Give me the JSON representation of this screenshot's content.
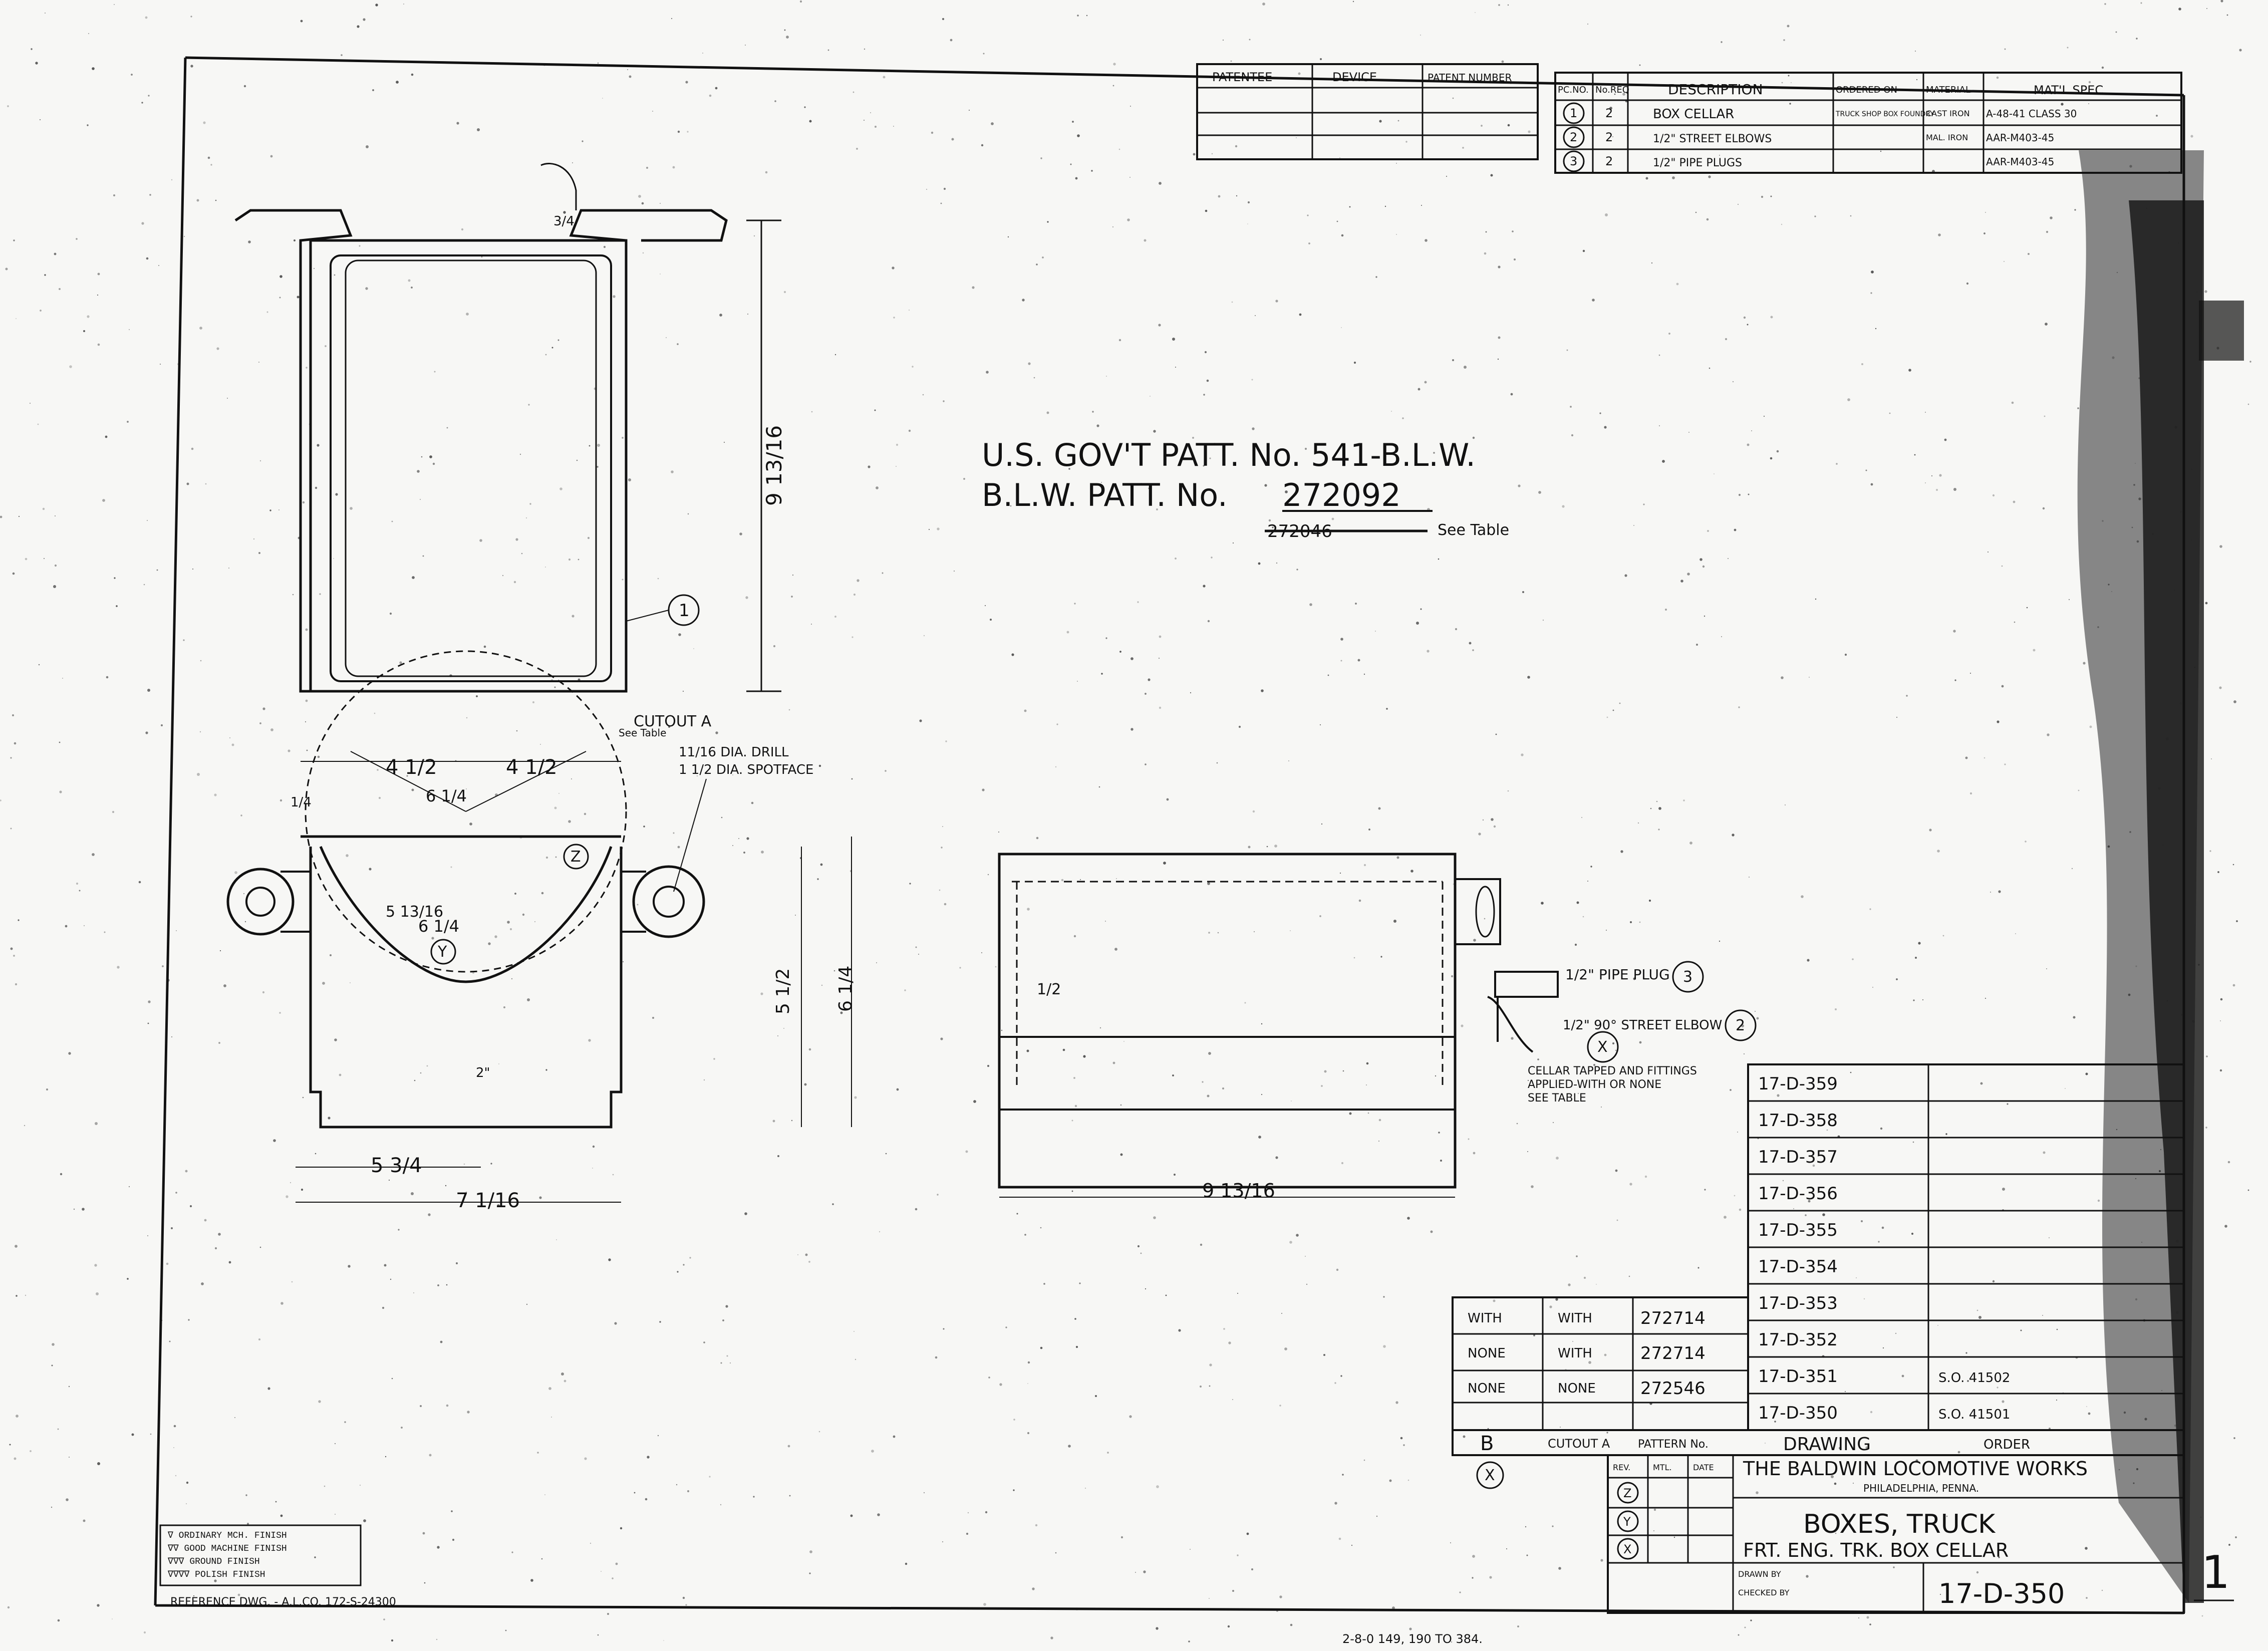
{
  "colors": {
    "paper": "#f7f7f5",
    "ink": "#111111",
    "smudge": "#2a2a2a"
  },
  "pattern": {
    "gov_patt": "U.S. GOV'T PATT. No. 541-B.L.W.",
    "blw_patt_prefix": "B.L.W. PATT. No.",
    "blw_patt_number": "272092",
    "struck_number": "272046",
    "see_table": "See Table"
  },
  "patent_table": {
    "headers": [
      "PATENTEE",
      "DEVICE",
      "PATENT NUMBER"
    ]
  },
  "parts_list": {
    "headers": [
      "PC.NO.",
      "No.REQ",
      "DESCRIPTION",
      "ORDERED ON",
      "MATERIAL",
      "MAT'L SPEC."
    ],
    "rows": [
      {
        "pc": "1",
        "req": "2",
        "desc": "BOX CELLAR",
        "ordered": "TRUCK SHOP BOX FOUNDRY",
        "material": "CAST IRON",
        "spec": "A-48-41 CLASS 30"
      },
      {
        "pc": "2",
        "req": "2",
        "desc": "1/2\" STREET ELBOWS",
        "ordered": "",
        "material": "MAL. IRON",
        "spec": "AAR-M403-45"
      },
      {
        "pc": "3",
        "req": "2",
        "desc": "1/2\" PIPE PLUGS",
        "ordered": "",
        "material": "",
        "spec": "AAR-M403-45"
      }
    ]
  },
  "callouts": {
    "cutout": "CUTOUT A",
    "cutout_note": "See Table",
    "drill_1": "11/16 DIA. DRILL",
    "drill_2": "1 1/2 DIA. SPOTFACE",
    "pipe_plug": "1/2\" PIPE PLUG",
    "street_elbow": "1/2\" 90° STREET ELBOW",
    "tapped_note_1": "CELLAR TAPPED AND FITTINGS",
    "tapped_note_2": "APPLIED-WITH OR NONE",
    "tapped_note_3": "SEE TABLE",
    "part1": "1",
    "part2": "2",
    "part3": "3",
    "mark_z": "Z",
    "mark_y": "Y",
    "mark_x": "X",
    "mark_b": "B"
  },
  "dimensions": {
    "height_left": "9 13/16",
    "w1": "4 1/2",
    "w2": "4 1/2",
    "r1": "6 1/4",
    "r2": "6 1/4",
    "h1": "5 13/16",
    "h2": "5 1/2",
    "h3": "6 1/4",
    "w3": "5 3/4",
    "w4": "7 1/16",
    "len": "9 13/16",
    "small_a": "1/2",
    "small_b": "3/4",
    "small_c": "2\"",
    "small_d": "1/4"
  },
  "variant_table": {
    "drawings": [
      "17-D-359",
      "17-D-358",
      "17-D-357",
      "17-D-356",
      "17-D-355",
      "17-D-354",
      "17-D-353",
      "17-D-352",
      "17-D-351",
      "17-D-350"
    ],
    "rows": [
      {
        "a": "WITH",
        "b": "WITH",
        "c": "272714",
        "d": "17-D-352",
        "e": ""
      },
      {
        "a": "NONE",
        "b": "WITH",
        "c": "272714",
        "d": "17-D-351",
        "e": "S.O. 41502"
      },
      {
        "a": "NONE",
        "b": "NONE",
        "c": "272546",
        "d": "17-D-350",
        "e": "S.O. 41501"
      }
    ],
    "footer": {
      "a": "B",
      "b": "CUTOUT A",
      "c": "PATTERN No.",
      "d": "DRAWING",
      "e": "ORDER"
    }
  },
  "revisions": {
    "headers": [
      "REV.",
      "MTL.",
      "DATE"
    ],
    "marks": [
      "Z",
      "Y",
      "X"
    ]
  },
  "title_block": {
    "company": "THE BALDWIN LOCOMOTIVE WORKS",
    "city": "PHILADELPHIA, PENNA.",
    "title": "BOXES, TRUCK",
    "subtitle": "FRT. ENG. TRK. BOX CELLAR",
    "drawing_no": "17-D-350",
    "drawn_by": "DRAWN BY",
    "checked_by": "CHECKED BY",
    "sheet_mark": "1"
  },
  "finish_legend": [
    "∇ ORDINARY MCH. FINISH",
    "∇∇ GOOD MACHINE FINISH",
    "∇∇∇ GROUND FINISH",
    "∇∇∇∇ POLISH FINISH"
  ],
  "reference": "REFERENCE DWG. - A.L.CO. 172-S-24300",
  "bottom_note": "2-8-0 149, 190 TO 384."
}
